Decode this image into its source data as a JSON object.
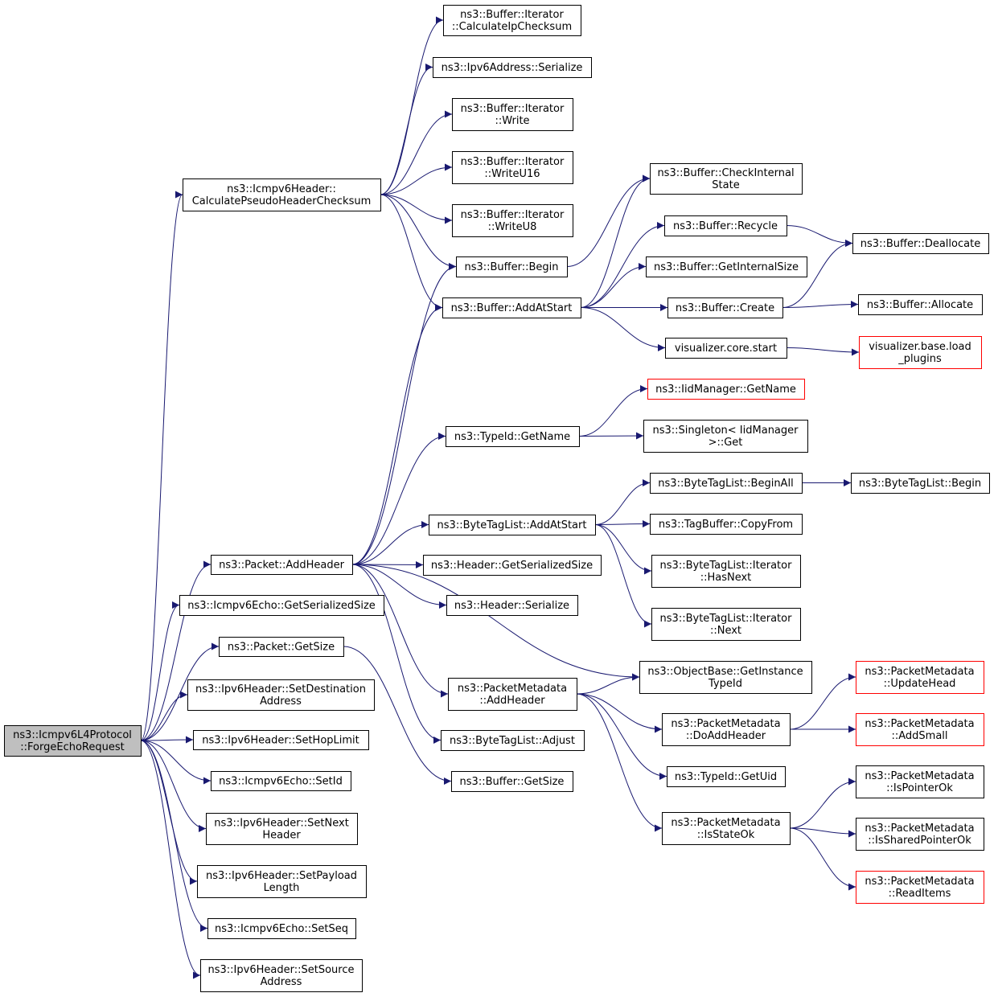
{
  "graph": {
    "edge_color": "#191970",
    "truncated_border_color": "#ff0000",
    "root_fill": "#bfbfbf",
    "nodes": [
      {
        "id": "root",
        "lines": [
          "ns3::Icmpv6L4Protocol",
          "::ForgeEchoRequest"
        ],
        "style": "root"
      },
      {
        "id": "calcPseudo",
        "lines": [
          "ns3::Icmpv6Header::",
          "CalculatePseudoHeaderChecksum"
        ]
      },
      {
        "id": "packetAddHeader",
        "lines": [
          "ns3::Packet::AddHeader"
        ]
      },
      {
        "id": "echoGetSerSize",
        "lines": [
          "ns3::Icmpv6Echo::GetSerializedSize"
        ]
      },
      {
        "id": "packetGetSize",
        "lines": [
          "ns3::Packet::GetSize"
        ]
      },
      {
        "id": "setDestination",
        "lines": [
          "ns3::Ipv6Header::SetDestination",
          "Address"
        ]
      },
      {
        "id": "setHopLimit",
        "lines": [
          "ns3::Ipv6Header::SetHopLimit"
        ]
      },
      {
        "id": "setId",
        "lines": [
          "ns3::Icmpv6Echo::SetId"
        ]
      },
      {
        "id": "setNextHeader",
        "lines": [
          "ns3::Ipv6Header::SetNext",
          "Header"
        ]
      },
      {
        "id": "setPayloadLength",
        "lines": [
          "ns3::Ipv6Header::SetPayload",
          "Length"
        ]
      },
      {
        "id": "setSeq",
        "lines": [
          "ns3::Icmpv6Echo::SetSeq"
        ]
      },
      {
        "id": "setSource",
        "lines": [
          "ns3::Ipv6Header::SetSource",
          "Address"
        ]
      },
      {
        "id": "calcIpChecksum",
        "lines": [
          "ns3::Buffer::Iterator",
          "::CalculateIpChecksum"
        ]
      },
      {
        "id": "ipv6AddrSerialize",
        "lines": [
          "ns3::Ipv6Address::Serialize"
        ]
      },
      {
        "id": "iterWrite",
        "lines": [
          "ns3::Buffer::Iterator",
          "::Write"
        ]
      },
      {
        "id": "iterWriteU16",
        "lines": [
          "ns3::Buffer::Iterator",
          "::WriteU16"
        ]
      },
      {
        "id": "iterWriteU8",
        "lines": [
          "ns3::Buffer::Iterator",
          "::WriteU8"
        ]
      },
      {
        "id": "bufferBegin",
        "lines": [
          "ns3::Buffer::Begin"
        ]
      },
      {
        "id": "bufferAddAtStart",
        "lines": [
          "ns3::Buffer::AddAtStart"
        ]
      },
      {
        "id": "typeIdGetName",
        "lines": [
          "ns3::TypeId::GetName"
        ]
      },
      {
        "id": "byteTagListAddAtStart",
        "lines": [
          "ns3::ByteTagList::AddAtStart"
        ]
      },
      {
        "id": "headerGetSerSize",
        "lines": [
          "ns3::Header::GetSerializedSize"
        ]
      },
      {
        "id": "headerSerialize",
        "lines": [
          "ns3::Header::Serialize"
        ]
      },
      {
        "id": "pmAddHeader",
        "lines": [
          "ns3::PacketMetadata",
          "::AddHeader"
        ]
      },
      {
        "id": "byteTagListAdjust",
        "lines": [
          "ns3::ByteTagList::Adjust"
        ]
      },
      {
        "id": "bufferGetSize",
        "lines": [
          "ns3::Buffer::GetSize"
        ]
      },
      {
        "id": "checkInternalState",
        "lines": [
          "ns3::Buffer::CheckInternal",
          "State"
        ]
      },
      {
        "id": "bufferRecycle",
        "lines": [
          "ns3::Buffer::Recycle"
        ]
      },
      {
        "id": "getInternalSize",
        "lines": [
          "ns3::Buffer::GetInternalSize"
        ]
      },
      {
        "id": "bufferCreate",
        "lines": [
          "ns3::Buffer::Create"
        ]
      },
      {
        "id": "vizCoreStart",
        "lines": [
          "visualizer.core.start"
        ]
      },
      {
        "id": "bufferDeallocate",
        "lines": [
          "ns3::Buffer::Deallocate"
        ]
      },
      {
        "id": "bufferAllocate",
        "lines": [
          "ns3::Buffer::Allocate"
        ]
      },
      {
        "id": "vizLoadPlugins",
        "lines": [
          "visualizer.base.load",
          "_plugins"
        ],
        "style": "trunc"
      },
      {
        "id": "iidGetName",
        "lines": [
          "ns3::IidManager::GetName"
        ],
        "style": "trunc"
      },
      {
        "id": "singletonGet",
        "lines": [
          "ns3::Singleton< IidManager",
          ">::Get"
        ]
      },
      {
        "id": "btlBeginAll",
        "lines": [
          "ns3::ByteTagList::BeginAll"
        ]
      },
      {
        "id": "btlBegin",
        "lines": [
          "ns3::ByteTagList::Begin"
        ]
      },
      {
        "id": "tagBufferCopyFrom",
        "lines": [
          "ns3::TagBuffer::CopyFrom"
        ]
      },
      {
        "id": "btlIterHasNext",
        "lines": [
          "ns3::ByteTagList::Iterator",
          "::HasNext"
        ]
      },
      {
        "id": "btlIterNext",
        "lines": [
          "ns3::ByteTagList::Iterator",
          "::Next"
        ]
      },
      {
        "id": "objGetInstanceTypeId",
        "lines": [
          "ns3::ObjectBase::GetInstance",
          "TypeId"
        ]
      },
      {
        "id": "pmDoAddHeader",
        "lines": [
          "ns3::PacketMetadata",
          "::DoAddHeader"
        ]
      },
      {
        "id": "typeIdGetUid",
        "lines": [
          "ns3::TypeId::GetUid"
        ]
      },
      {
        "id": "pmIsStateOk",
        "lines": [
          "ns3::PacketMetadata",
          "::IsStateOk"
        ]
      },
      {
        "id": "pmUpdateHead",
        "lines": [
          "ns3::PacketMetadata",
          "::UpdateHead"
        ],
        "style": "trunc"
      },
      {
        "id": "pmAddSmall",
        "lines": [
          "ns3::PacketMetadata",
          "::AddSmall"
        ],
        "style": "trunc"
      },
      {
        "id": "pmIsPointerOk",
        "lines": [
          "ns3::PacketMetadata",
          "::IsPointerOk"
        ]
      },
      {
        "id": "pmIsSharedPointerOk",
        "lines": [
          "ns3::PacketMetadata",
          "::IsSharedPointerOk"
        ]
      },
      {
        "id": "pmReadItems",
        "lines": [
          "ns3::PacketMetadata",
          "::ReadItems"
        ],
        "style": "trunc"
      }
    ],
    "edges": [
      [
        "root",
        "calcPseudo"
      ],
      [
        "root",
        "packetAddHeader"
      ],
      [
        "root",
        "echoGetSerSize"
      ],
      [
        "root",
        "packetGetSize"
      ],
      [
        "root",
        "setDestination"
      ],
      [
        "root",
        "setHopLimit"
      ],
      [
        "root",
        "setId"
      ],
      [
        "root",
        "setNextHeader"
      ],
      [
        "root",
        "setPayloadLength"
      ],
      [
        "root",
        "setSeq"
      ],
      [
        "root",
        "setSource"
      ],
      [
        "calcPseudo",
        "calcIpChecksum"
      ],
      [
        "calcPseudo",
        "ipv6AddrSerialize"
      ],
      [
        "calcPseudo",
        "iterWrite"
      ],
      [
        "calcPseudo",
        "iterWriteU16"
      ],
      [
        "calcPseudo",
        "iterWriteU8"
      ],
      [
        "calcPseudo",
        "bufferBegin"
      ],
      [
        "calcPseudo",
        "bufferAddAtStart"
      ],
      [
        "packetAddHeader",
        "bufferBegin"
      ],
      [
        "packetAddHeader",
        "bufferAddAtStart"
      ],
      [
        "packetAddHeader",
        "typeIdGetName"
      ],
      [
        "packetAddHeader",
        "byteTagListAddAtStart"
      ],
      [
        "packetAddHeader",
        "headerGetSerSize"
      ],
      [
        "packetAddHeader",
        "headerSerialize"
      ],
      [
        "packetAddHeader",
        "objGetInstanceTypeId"
      ],
      [
        "packetAddHeader",
        "pmAddHeader"
      ],
      [
        "packetAddHeader",
        "byteTagListAdjust"
      ],
      [
        "packetGetSize",
        "bufferGetSize"
      ],
      [
        "bufferBegin",
        "checkInternalState"
      ],
      [
        "bufferAddAtStart",
        "checkInternalState"
      ],
      [
        "bufferAddAtStart",
        "bufferRecycle"
      ],
      [
        "bufferAddAtStart",
        "getInternalSize"
      ],
      [
        "bufferAddAtStart",
        "bufferCreate"
      ],
      [
        "bufferAddAtStart",
        "vizCoreStart"
      ],
      [
        "bufferRecycle",
        "bufferDeallocate"
      ],
      [
        "bufferCreate",
        "bufferDeallocate"
      ],
      [
        "bufferCreate",
        "bufferAllocate"
      ],
      [
        "vizCoreStart",
        "vizLoadPlugins"
      ],
      [
        "typeIdGetName",
        "iidGetName"
      ],
      [
        "typeIdGetName",
        "singletonGet"
      ],
      [
        "byteTagListAddAtStart",
        "btlBeginAll"
      ],
      [
        "byteTagListAddAtStart",
        "tagBufferCopyFrom"
      ],
      [
        "byteTagListAddAtStart",
        "btlIterHasNext"
      ],
      [
        "byteTagListAddAtStart",
        "btlIterNext"
      ],
      [
        "btlBeginAll",
        "btlBegin"
      ],
      [
        "pmAddHeader",
        "objGetInstanceTypeId"
      ],
      [
        "pmAddHeader",
        "pmDoAddHeader"
      ],
      [
        "pmAddHeader",
        "typeIdGetUid"
      ],
      [
        "pmAddHeader",
        "pmIsStateOk"
      ],
      [
        "pmDoAddHeader",
        "pmUpdateHead"
      ],
      [
        "pmDoAddHeader",
        "pmAddSmall"
      ],
      [
        "pmIsStateOk",
        "pmIsPointerOk"
      ],
      [
        "pmIsStateOk",
        "pmIsSharedPointerOk"
      ],
      [
        "pmIsStateOk",
        "pmReadItems"
      ]
    ]
  }
}
